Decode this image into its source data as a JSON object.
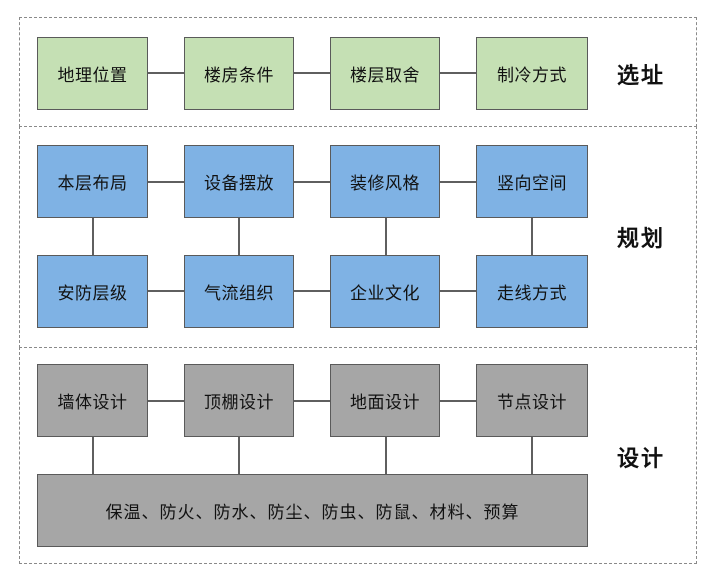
{
  "colors": {
    "siting_fill": "#c5e0b4",
    "planning_fill": "#7fb2e4",
    "design_fill": "#a6a6a6",
    "border": "#5a5a5a",
    "dashed_frame": "#8a8a8a"
  },
  "sections": {
    "siting": {
      "label": "选址",
      "nodes": [
        "地理位置",
        "楼房条件",
        "楼层取舍",
        "制冷方式"
      ]
    },
    "planning": {
      "label": "规划",
      "row1": [
        "本层布局",
        "设备摆放",
        "装修风格",
        "竖向空间"
      ],
      "row2": [
        "安防层级",
        "气流组织",
        "企业文化",
        "走线方式"
      ]
    },
    "design": {
      "label": "设计",
      "nodes": [
        "墙体设计",
        "顶棚设计",
        "地面设计",
        "节点设计"
      ],
      "wide_box": "保温、防火、防水、防尘、防虫、防鼠、材料、预算"
    }
  }
}
